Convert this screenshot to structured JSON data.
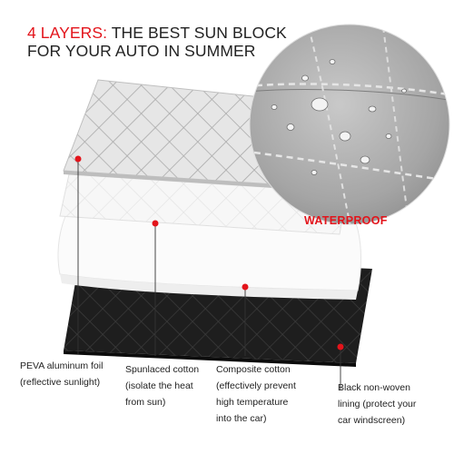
{
  "headline": {
    "accent": "4 LAYERS:",
    "line1_rest": " THE BEST SUN BLOCK",
    "line2": "FOR YOUR AUTO IN SUMMER"
  },
  "waterproof_label": "WATERPROOF",
  "layers": [
    {
      "line1": "PEVA aluminum foil",
      "line2": "(reflective sunlight)",
      "line3": ""
    },
    {
      "line1": "Spunlaced cotton",
      "line2": "(isolate the heat",
      "line3": "from sun)"
    },
    {
      "line1": "Composite cotton",
      "line2": "(effectively prevent",
      "line3": "high temperature",
      "line4": "into the car)"
    },
    {
      "line1": "Black non-woven",
      "line2": "lining (protect your",
      "line3": "car windscreen)"
    }
  ],
  "colors": {
    "accent": "#e3141b",
    "text": "#222222",
    "foil": "#d9d9d9",
    "lining": "#1c1c1c"
  },
  "icons": [
    "callout-dot-icon"
  ]
}
